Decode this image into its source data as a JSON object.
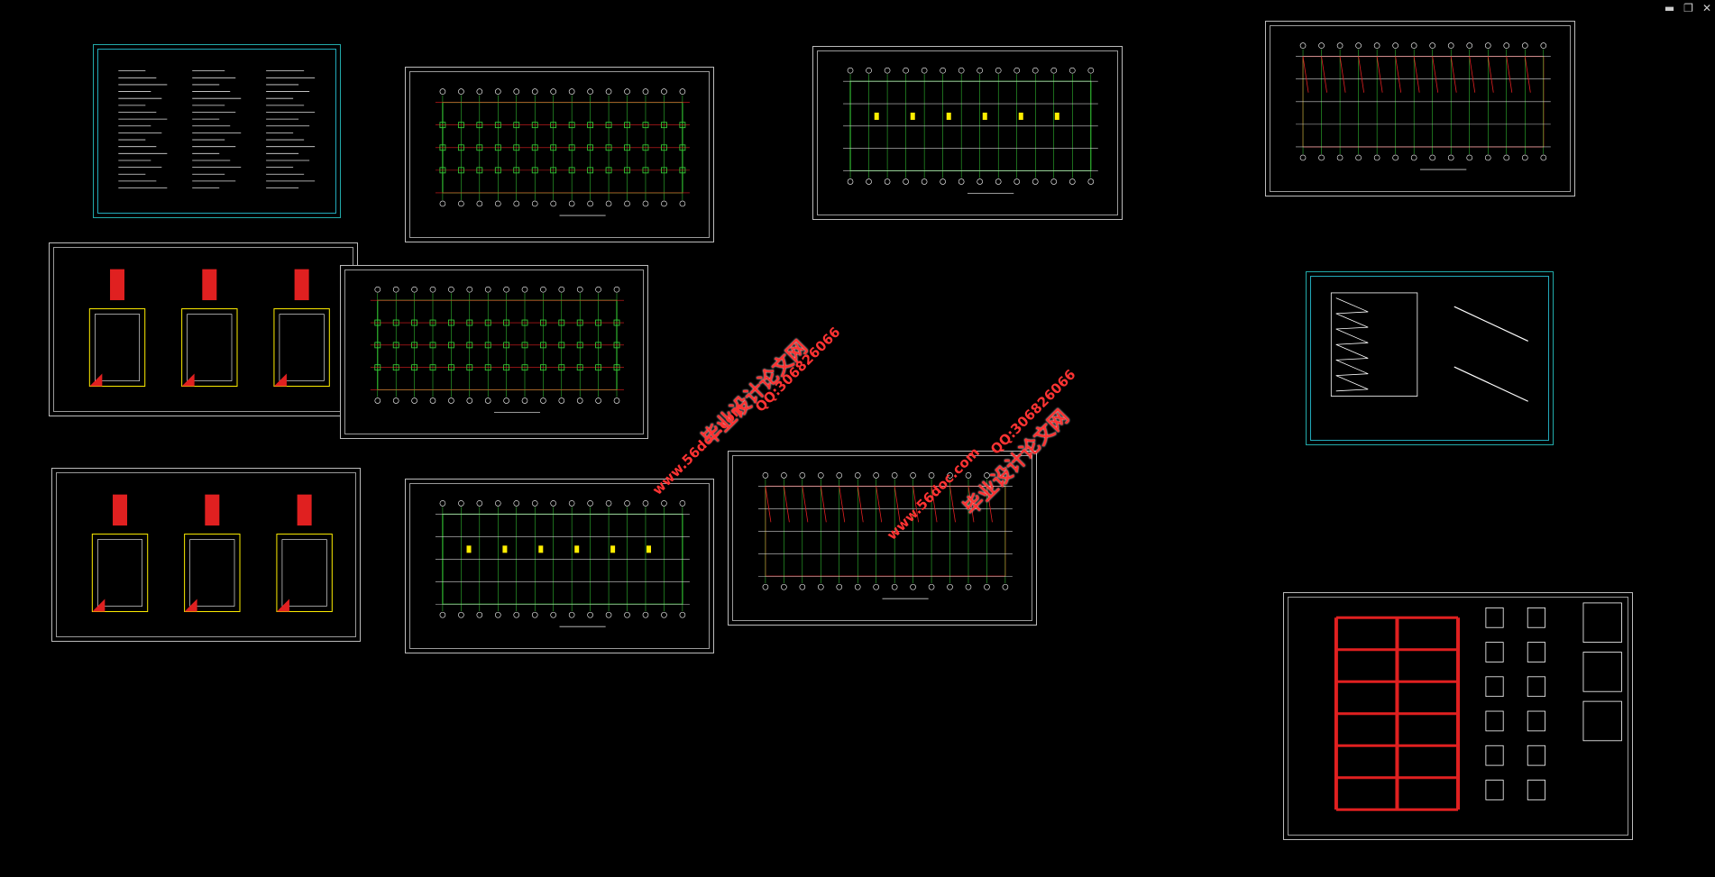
{
  "window_controls": {
    "minimize": "▬",
    "restore": "❐",
    "close": "✕"
  },
  "colors": {
    "background": "#000000",
    "drawing_green": "#38d838",
    "drawing_red": "#e02020",
    "drawing_yellow": "#ffee00",
    "border_white": "#bbbbbb",
    "border_cyan": "#22aaaa",
    "watermark_red": "#ff3333"
  },
  "sheets": [
    {
      "id": "design-notes",
      "kind": "notes",
      "style": "cyan"
    },
    {
      "id": "column-layout",
      "kind": "grid-plan",
      "style": "white"
    },
    {
      "id": "floor-plan-upper",
      "kind": "floor-plan",
      "style": "white"
    },
    {
      "id": "beam-plan",
      "kind": "red-plan",
      "style": "white"
    },
    {
      "id": "foundation-detail-1",
      "kind": "foundation",
      "style": "white"
    },
    {
      "id": "foundation-plan",
      "kind": "grid-plan",
      "style": "white"
    },
    {
      "id": "stair-detail",
      "kind": "stair",
      "style": "cyan"
    },
    {
      "id": "foundation-detail-2",
      "kind": "foundation",
      "style": "white"
    },
    {
      "id": "floor-plan-lower",
      "kind": "floor-plan",
      "style": "white"
    },
    {
      "id": "roof-beam-plan",
      "kind": "red-plan",
      "style": "white"
    },
    {
      "id": "frame-elevation",
      "kind": "frame",
      "style": "white"
    }
  ],
  "watermarks": [
    {
      "cn": "毕业设计论文网",
      "url": "www.56doc.com",
      "qq": "QQ:306826066"
    },
    {
      "cn": "毕业设计论文网",
      "url": "www.56doc.com",
      "qq": "QQ:306826066"
    }
  ]
}
